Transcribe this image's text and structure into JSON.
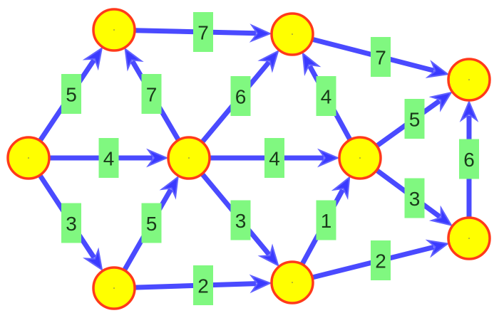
{
  "graph": {
    "type": "directed-weighted-graph",
    "colors": {
      "edge": "#4a4aff",
      "node_fill": "#ffff00",
      "node_stroke": "#ff3a1a",
      "label_bg": "#80f880",
      "label_text": "#1a3a1a"
    },
    "nodes": [
      {
        "id": "A"
      },
      {
        "id": "B"
      },
      {
        "id": "C"
      },
      {
        "id": "D"
      },
      {
        "id": "E"
      },
      {
        "id": "F"
      },
      {
        "id": "G"
      },
      {
        "id": "H"
      },
      {
        "id": "I"
      }
    ],
    "edges": [
      {
        "from": "A",
        "to": "B",
        "weight": "5"
      },
      {
        "from": "A",
        "to": "D",
        "weight": "4"
      },
      {
        "from": "A",
        "to": "C",
        "weight": "3"
      },
      {
        "from": "D",
        "to": "B",
        "weight": "7"
      },
      {
        "from": "B",
        "to": "E",
        "weight": "7"
      },
      {
        "from": "D",
        "to": "E",
        "weight": "6"
      },
      {
        "from": "D",
        "to": "G",
        "weight": "4"
      },
      {
        "from": "C",
        "to": "D",
        "weight": "5"
      },
      {
        "from": "D",
        "to": "F",
        "weight": "3"
      },
      {
        "from": "C",
        "to": "F",
        "weight": "2"
      },
      {
        "from": "G",
        "to": "E",
        "weight": "4"
      },
      {
        "from": "E",
        "to": "H",
        "weight": "7"
      },
      {
        "from": "G",
        "to": "H",
        "weight": "5"
      },
      {
        "from": "F",
        "to": "G",
        "weight": "1"
      },
      {
        "from": "G",
        "to": "I",
        "weight": "3"
      },
      {
        "from": "F",
        "to": "I",
        "weight": "2"
      },
      {
        "from": "I",
        "to": "H",
        "weight": "6"
      }
    ]
  }
}
